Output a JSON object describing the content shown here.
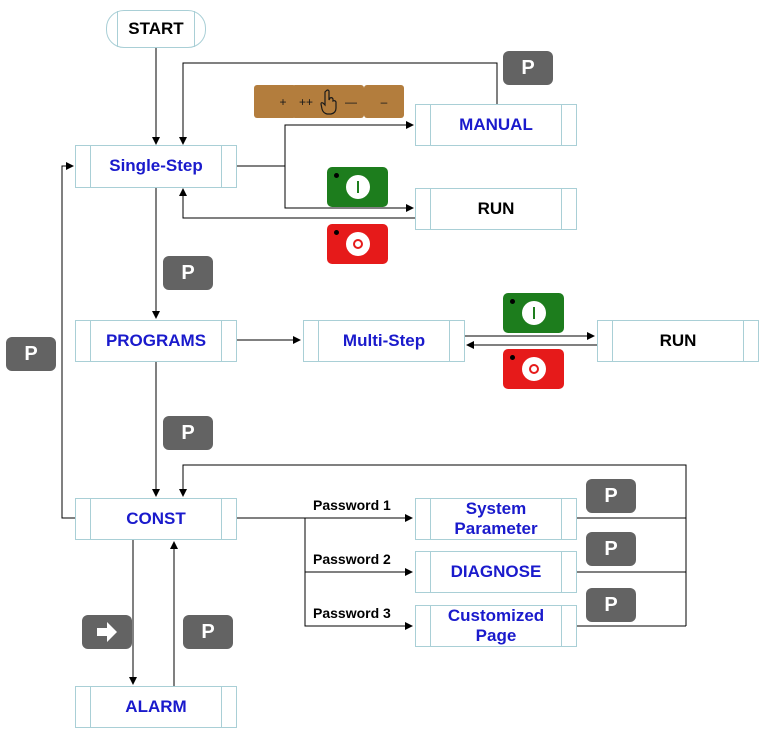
{
  "nodes": {
    "start": "START",
    "single_step": "Single-Step",
    "manual": "MANUAL",
    "run_top": "RUN",
    "programs": "PROGRAMS",
    "multi_step": "Multi-Step",
    "run_right": "RUN",
    "const": "CONST",
    "system_parameter_line1": "System",
    "system_parameter_line2": "Parameter",
    "diagnose": "DIAGNOSE",
    "customized_page_line1": "Customized",
    "customized_page_line2": "Page",
    "alarm": "ALARM"
  },
  "labels": {
    "password1": "Password 1",
    "password2": "Password 2",
    "password3": "Password 3"
  },
  "key": {
    "p": "P",
    "plus": "+",
    "plusplus": "++",
    "dash": "—",
    "minus": "–"
  },
  "icons": {
    "hand": "hand-pointer-icon",
    "arrow": "arrow-right-icon",
    "start_switch": "green-start-switch",
    "stop_switch": "red-stop-switch"
  },
  "colors": {
    "box_text_blue": "#1a1acc",
    "p_key": "#636363",
    "manual_keys": "#b37d3d",
    "start_switch": "#1d7d1d",
    "stop_switch": "#e61a1a",
    "box_border": "#a9cfd6"
  }
}
